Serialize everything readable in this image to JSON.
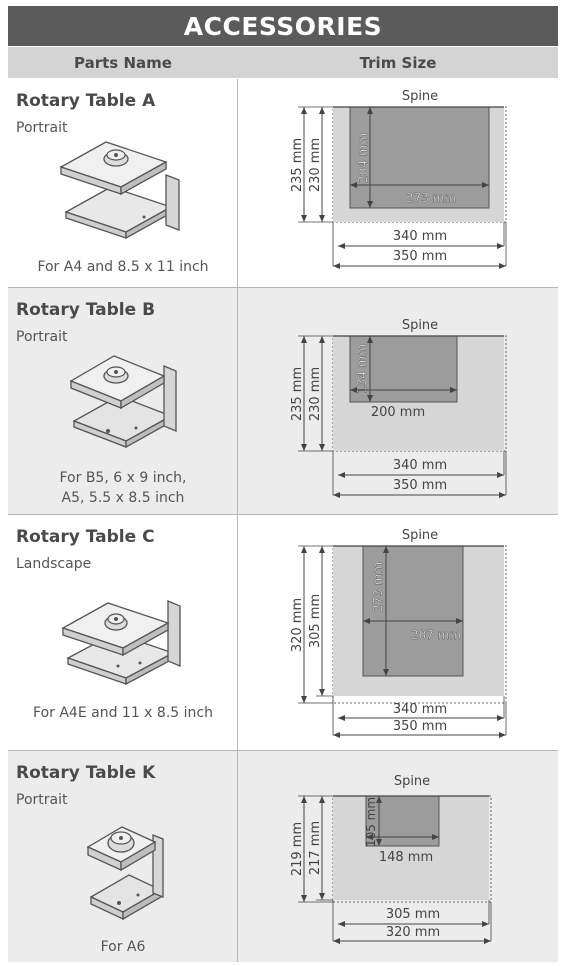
{
  "title": "ACCESSORIES",
  "headers": {
    "parts_name": "Parts Name",
    "trim_size": "Trim Size"
  },
  "rows": [
    {
      "name": "Rotary Table A",
      "orientation": "Portrait",
      "for_line1": "For A4 and 8.5 x 11 inch",
      "for_line2": "",
      "diagram": {
        "spine": "Spine",
        "outer_h": "235 mm",
        "inner_h": "230 mm",
        "page_h": "204 mm",
        "page_w": "273 mm",
        "inner_w": "340 mm",
        "outer_w": "350 mm"
      }
    },
    {
      "name": "Rotary Table B",
      "orientation": "Portrait",
      "for_line1": "For B5, 6 x 9 inch,",
      "for_line2": "A5, 5.5 x 8.5 inch",
      "diagram": {
        "spine": "Spine",
        "outer_h": "235 mm",
        "inner_h": "230 mm",
        "page_h": "134 mm",
        "page_w": "200 mm",
        "inner_w": "340 mm",
        "outer_w": "350 mm"
      }
    },
    {
      "name": "Rotary Table C",
      "orientation": "Landscape",
      "for_line1": "For A4E and 11 x 8.5 inch",
      "for_line2": "",
      "diagram": {
        "spine": "Spine",
        "outer_h": "320 mm",
        "inner_h": "305 mm",
        "page_h": "273 mm",
        "page_w": "207 mm",
        "inner_w": "340 mm",
        "outer_w": "350 mm"
      }
    },
    {
      "name": "Rotary Table K",
      "orientation": "Portrait",
      "for_line1": "For A6",
      "for_line2": "",
      "diagram": {
        "spine": "Spine",
        "outer_h": "219 mm",
        "inner_h": "217 mm",
        "page_h": "105 mm",
        "page_w": "148 mm",
        "inner_w": "305 mm",
        "outer_w": "320 mm"
      }
    }
  ]
}
